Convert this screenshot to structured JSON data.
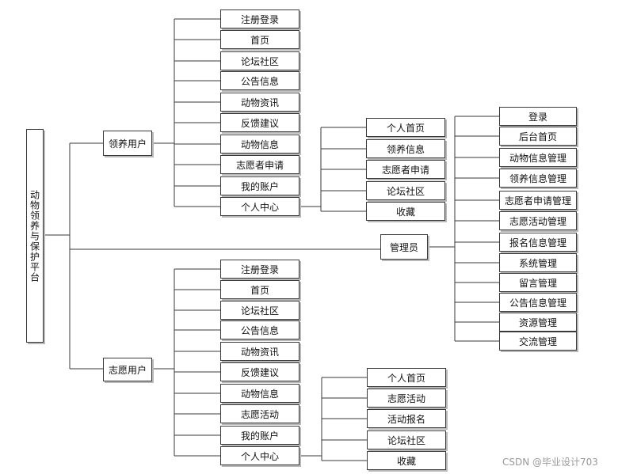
{
  "root": "动物领养与保护平台",
  "adopter": {
    "label": "领养用户",
    "items": [
      "注册登录",
      "首页",
      "论坛社区",
      "公告信息",
      "动物资讯",
      "反馈建议",
      "动物信息",
      "志愿者申请",
      "我的账户",
      "个人中心"
    ],
    "personal_center": [
      "个人首页",
      "领养信息",
      "志愿者申请",
      "论坛社区",
      "收藏"
    ]
  },
  "volunteer": {
    "label": "志愿用户",
    "items": [
      "注册登录",
      "首页",
      "论坛社区",
      "公告信息",
      "动物资讯",
      "反馈建议",
      "动物信息",
      "志愿活动",
      "我的账户",
      "个人中心"
    ],
    "personal_center": [
      "个人首页",
      "志愿活动",
      "活动报名",
      "论坛社区",
      "收藏"
    ]
  },
  "admin": {
    "label": "管理员",
    "items": [
      "登录",
      "后台首页",
      "动物信息管理",
      "领养信息管理",
      "志愿者申请管理",
      "志愿活动管理",
      "报名信息管理",
      "系统管理",
      "留言管理",
      "公告信息管理",
      "资源管理",
      "交流管理"
    ]
  },
  "watermark": "CSDN @毕业设计703",
  "colors": {
    "line": "#3a3a3a",
    "border": "#3a3a3a",
    "background": "#ffffff"
  }
}
